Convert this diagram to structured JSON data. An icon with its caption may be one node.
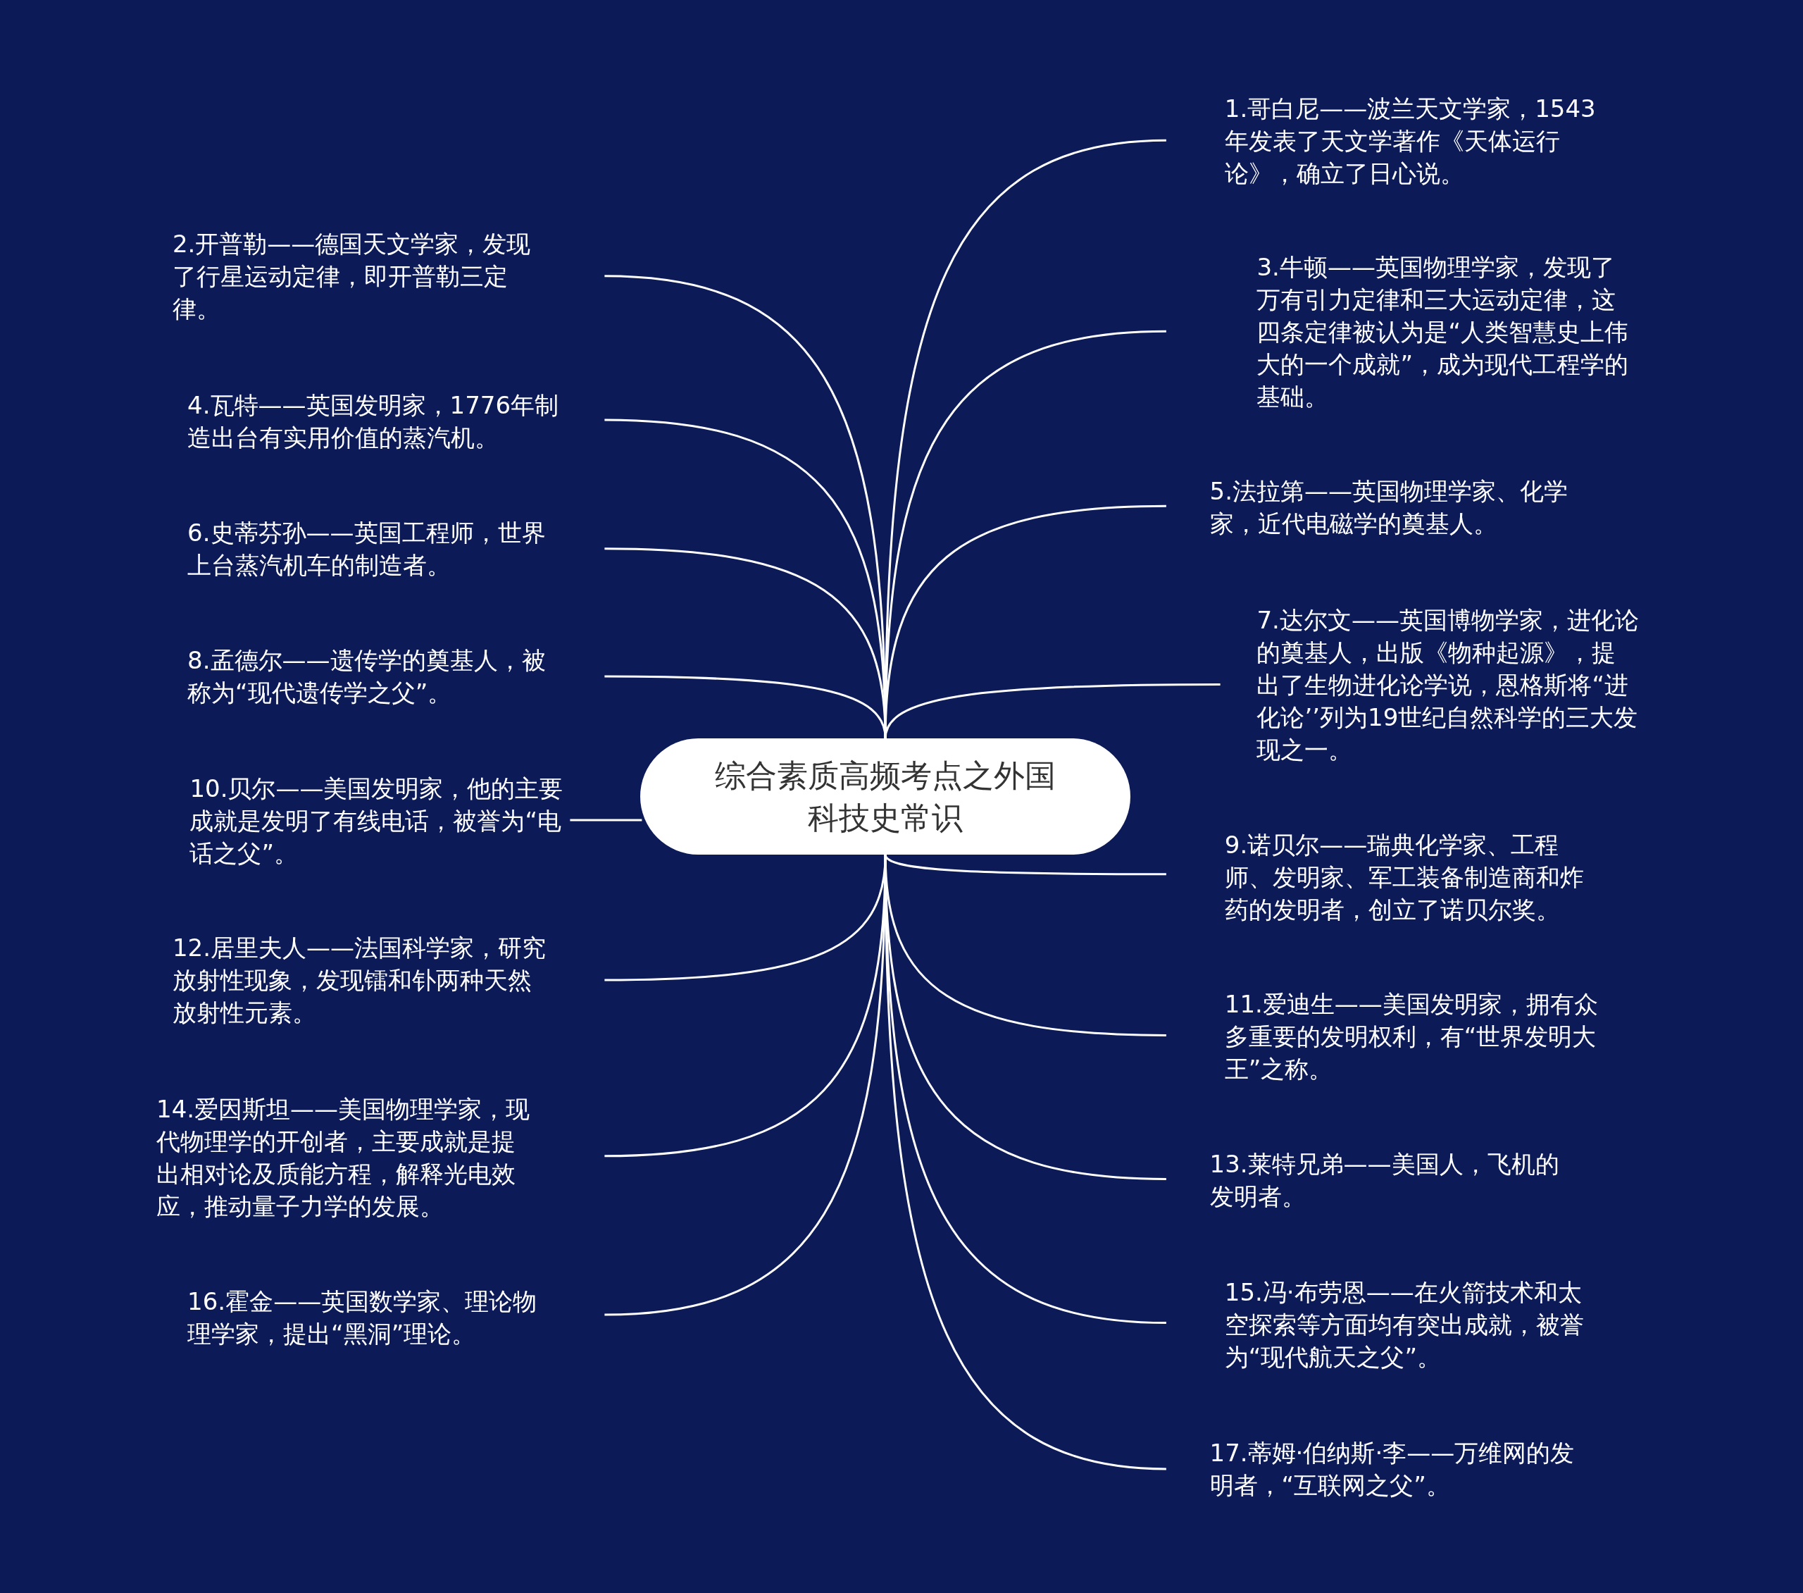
{
  "diagram": {
    "nodes": [
      {
        "text": [
          "综合素质高频考点之外国科技史常识"
        ]
      },
      {
        "text": [
          "1.哥白尼——波兰天文学家，1543年发表了天文学著作《天体运行论》，确立了日心说。"
        ]
      },
      {
        "text": [
          "2.开普勒——德国天文学家，发现了行星运动定律，即开普勒三定律。"
        ]
      },
      {
        "text": [
          "3.牛顿——英国物理学家，发现了万有引力定律和三大运动定律，这四条定律被认为是“人类智慧史上伟大的一个成就”，成为现代工程学的基础。"
        ]
      },
      {
        "text": [
          "4.瓦特——英国发明家，1776年制造出台有实用价值的蒸汽机。"
        ]
      },
      {
        "text": [
          "5.法拉第——英国物理学家、化学家，近代电磁学的奠基人。"
        ]
      },
      {
        "text": [
          "6.史蒂芬孙——英国工程师，世界上台蒸汽机车的制造者。"
        ]
      },
      {
        "text": [
          "7.达尔文——英国博物学家，进化论的奠基人，出版《物种起源》，提出了生物进化论学说，恩格斯将“进化论’’列为19世纪自然科学的三大发现之一。"
        ]
      },
      {
        "text": [
          "8.孟德尔——遗传学的奠基人，被称为“现代遗传学之父”。"
        ]
      },
      {
        "text": [
          "9.诺贝尔——瑞典化学家、工程师、发明家、军工装备制造商和炸药的发明者，创立了诺贝尔奖。"
        ]
      },
      {
        "text": [
          "10.贝尔——美国发明家，他的主要成就是发明了有线电话，被誉为“电话之父”。"
        ]
      },
      {
        "text": [
          "11.爱迪生——美国发明家，拥有众多重要的发明权利，有“世界发明大王”之称。"
        ]
      },
      {
        "text": [
          "12.居里夫人——法国科学家，研究放射性现象，发现镭和钋两种天然放射性元素。"
        ]
      },
      {
        "text": [
          "13.莱特兄弟——美国人，飞机的发明者。"
        ]
      },
      {
        "text": [
          "14.爱因斯坦——美国物理学家，现代物理学的开创者，主要成就是提出相对论及质能方程，解释光电效应，推动量子力学的发展。"
        ]
      },
      {
        "text": [
          "15.冯·布劳恩——在火箭技术和太空探索等方面均有突出成就，被誉为“现代航天之父”。"
        ]
      },
      {
        "text": [
          "16.霍金——英国数学家、理论物理学家，提出“黑洞”理论。"
        ]
      },
      {
        "text": [
          "17.蒂姆·伯纳斯·李——万维网的发明者，“互联网之父”。"
        ]
      }
    ],
    "edges": [
      {
        "from": 0,
        "to": 1,
        "arrow": "none"
      },
      {
        "from": 0,
        "to": 2,
        "arrow": "none"
      },
      {
        "from": 0,
        "to": 3,
        "arrow": "none"
      },
      {
        "from": 0,
        "to": 4,
        "arrow": "none"
      },
      {
        "from": 0,
        "to": 5,
        "arrow": "none"
      },
      {
        "from": 0,
        "to": 6,
        "arrow": "none"
      },
      {
        "from": 0,
        "to": 7,
        "arrow": "none"
      },
      {
        "from": 0,
        "to": 8,
        "arrow": "none"
      },
      {
        "from": 0,
        "to": 9,
        "arrow": "none"
      },
      {
        "from": 0,
        "to": 10,
        "arrow": "none"
      },
      {
        "from": 0,
        "to": 11,
        "arrow": "none"
      },
      {
        "from": 0,
        "to": 12,
        "arrow": "none"
      },
      {
        "from": 0,
        "to": 13,
        "arrow": "none"
      },
      {
        "from": 0,
        "to": 14,
        "arrow": "none"
      },
      {
        "from": 0,
        "to": 15,
        "arrow": "none"
      },
      {
        "from": 0,
        "to": 16,
        "arrow": "none"
      },
      {
        "from": 0,
        "to": 17,
        "arrow": "none"
      }
    ]
  }
}
